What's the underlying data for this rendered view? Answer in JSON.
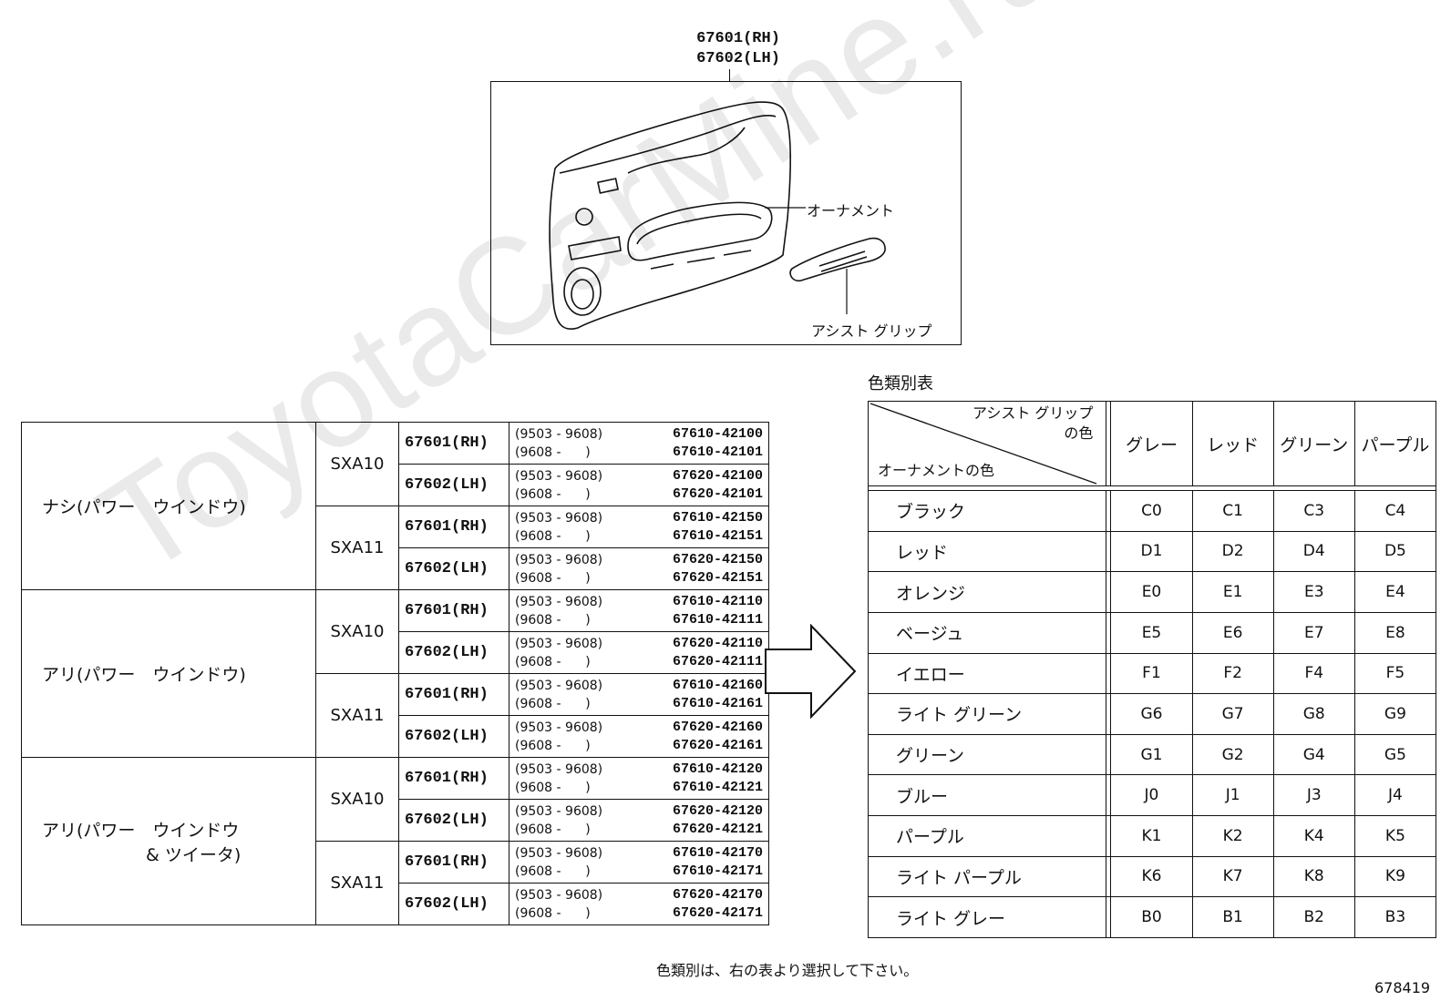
{
  "header": {
    "part_rh": "67601(RH)",
    "part_lh": "67602(LH)"
  },
  "illustration": {
    "callout_ornament": "オーナメント",
    "callout_grip": "アシスト グリップ"
  },
  "watermark": "ToyotaCarMine.ru",
  "parts_table": {
    "groups": [
      {
        "condition_lines": [
          "ナシ(パワー　ウインドウ)"
        ],
        "models": [
          {
            "model": "SXA10",
            "parts": [
              {
                "pno": "67601(RH)",
                "variants": [
                  {
                    "period": "(9503 - 9608)",
                    "code": "67610-42100"
                  },
                  {
                    "period": "(9608 -      )",
                    "code": "67610-42101"
                  }
                ]
              },
              {
                "pno": "67602(LH)",
                "variants": [
                  {
                    "period": "(9503 - 9608)",
                    "code": "67620-42100"
                  },
                  {
                    "period": "(9608 -      )",
                    "code": "67620-42101"
                  }
                ]
              }
            ]
          },
          {
            "model": "SXA11",
            "parts": [
              {
                "pno": "67601(RH)",
                "variants": [
                  {
                    "period": "(9503 - 9608)",
                    "code": "67610-42150"
                  },
                  {
                    "period": "(9608 -      )",
                    "code": "67610-42151"
                  }
                ]
              },
              {
                "pno": "67602(LH)",
                "variants": [
                  {
                    "period": "(9503 - 9608)",
                    "code": "67620-42150"
                  },
                  {
                    "period": "(9608 -      )",
                    "code": "67620-42151"
                  }
                ]
              }
            ]
          }
        ]
      },
      {
        "condition_lines": [
          "アリ(パワー　ウインドウ)"
        ],
        "models": [
          {
            "model": "SXA10",
            "parts": [
              {
                "pno": "67601(RH)",
                "variants": [
                  {
                    "period": "(9503 - 9608)",
                    "code": "67610-42110"
                  },
                  {
                    "period": "(9608 -      )",
                    "code": "67610-42111"
                  }
                ]
              },
              {
                "pno": "67602(LH)",
                "variants": [
                  {
                    "period": "(9503 - 9608)",
                    "code": "67620-42110"
                  },
                  {
                    "period": "(9608 -      )",
                    "code": "67620-42111"
                  }
                ]
              }
            ]
          },
          {
            "model": "SXA11",
            "parts": [
              {
                "pno": "67601(RH)",
                "variants": [
                  {
                    "period": "(9503 - 9608)",
                    "code": "67610-42160"
                  },
                  {
                    "period": "(9608 -      )",
                    "code": "67610-42161"
                  }
                ]
              },
              {
                "pno": "67602(LH)",
                "variants": [
                  {
                    "period": "(9503 - 9608)",
                    "code": "67620-42160"
                  },
                  {
                    "period": "(9608 -      )",
                    "code": "67620-42161"
                  }
                ]
              }
            ]
          }
        ]
      },
      {
        "condition_lines": [
          "アリ(パワー　ウインドウ",
          "　　　　　　& ツイータ)"
        ],
        "models": [
          {
            "model": "SXA10",
            "parts": [
              {
                "pno": "67601(RH)",
                "variants": [
                  {
                    "period": "(9503 - 9608)",
                    "code": "67610-42120"
                  },
                  {
                    "period": "(9608 -      )",
                    "code": "67610-42121"
                  }
                ]
              },
              {
                "pno": "67602(LH)",
                "variants": [
                  {
                    "period": "(9503 - 9608)",
                    "code": "67620-42120"
                  },
                  {
                    "period": "(9608 -      )",
                    "code": "67620-42121"
                  }
                ]
              }
            ]
          },
          {
            "model": "SXA11",
            "parts": [
              {
                "pno": "67601(RH)",
                "variants": [
                  {
                    "period": "(9503 - 9608)",
                    "code": "67610-42170"
                  },
                  {
                    "period": "(9608 -      )",
                    "code": "67610-42171"
                  }
                ]
              },
              {
                "pno": "67602(LH)",
                "variants": [
                  {
                    "period": "(9503 - 9608)",
                    "code": "67620-42170"
                  },
                  {
                    "period": "(9608 -      )",
                    "code": "67620-42171"
                  }
                ]
              }
            ]
          }
        ]
      }
    ]
  },
  "color_table": {
    "title": "色類別表",
    "corner_top_line1": "アシスト グリップ",
    "corner_top_line2": "の色",
    "corner_bottom": "オーナメントの色",
    "columns": [
      "グレー",
      "レッド",
      "グリーン",
      "パープル"
    ],
    "rows": [
      {
        "name": "ブラック",
        "codes": [
          "C0",
          "C1",
          "C3",
          "C4"
        ]
      },
      {
        "name": "レッド",
        "codes": [
          "D1",
          "D2",
          "D4",
          "D5"
        ]
      },
      {
        "name": "オレンジ",
        "codes": [
          "E0",
          "E1",
          "E3",
          "E4"
        ]
      },
      {
        "name": "ベージュ",
        "codes": [
          "E5",
          "E6",
          "E7",
          "E8"
        ]
      },
      {
        "name": "イエロー",
        "codes": [
          "F1",
          "F2",
          "F4",
          "F5"
        ]
      },
      {
        "name": "ライト グリーン",
        "codes": [
          "G6",
          "G7",
          "G8",
          "G9"
        ]
      },
      {
        "name": "グリーン",
        "codes": [
          "G1",
          "G2",
          "G4",
          "G5"
        ]
      },
      {
        "name": "ブルー",
        "codes": [
          "J0",
          "J1",
          "J3",
          "J4"
        ]
      },
      {
        "name": "パープル",
        "codes": [
          "K1",
          "K2",
          "K4",
          "K5"
        ]
      },
      {
        "name": "ライト パープル",
        "codes": [
          "K6",
          "K7",
          "K8",
          "K9"
        ]
      },
      {
        "name": "ライト グレー",
        "codes": [
          "B0",
          "B1",
          "B2",
          "B3"
        ]
      }
    ]
  },
  "footer": {
    "note": "色類別は、右の表より選択して下さい。",
    "figure_number": "678419"
  }
}
